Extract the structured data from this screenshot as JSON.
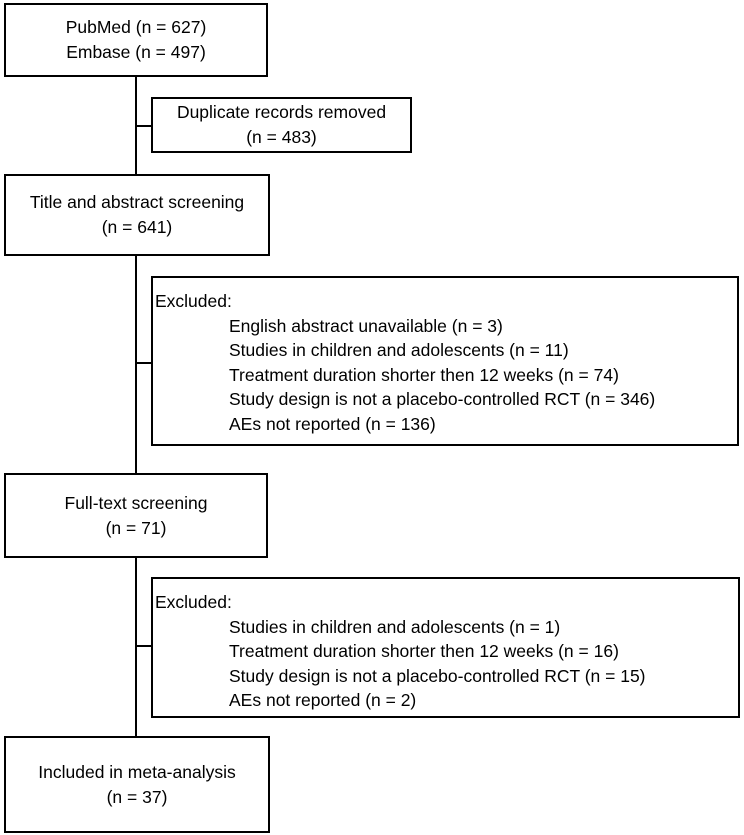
{
  "sources": {
    "line1": "PubMed (n = 627)",
    "line2": "Embase (n = 497)"
  },
  "duplicates": {
    "line1": "Duplicate records removed",
    "line2": "(n = 483)"
  },
  "title_screening": {
    "line1": "Title and abstract screening",
    "line2": "(n = 641)"
  },
  "excluded_1": {
    "heading": "Excluded:",
    "items": [
      "English abstract unavailable (n = 3)",
      "Studies in children and adolescents (n = 11)",
      "Treatment duration shorter then 12 weeks (n = 74)",
      "Study design is not a placebo-controlled RCT (n = 346)",
      "AEs not reported (n = 136)"
    ]
  },
  "fulltext_screening": {
    "line1": "Full-text screening",
    "line2": "(n = 71)"
  },
  "excluded_2": {
    "heading": "Excluded:",
    "items": [
      "Studies in children and adolescents (n = 1)",
      "Treatment duration shorter then 12 weeks (n = 16)",
      "Study design is not a placebo-controlled RCT (n = 15)",
      "AEs not reported (n = 2)"
    ]
  },
  "included": {
    "line1": "Included in meta-analysis",
    "line2": "(n = 37)"
  }
}
